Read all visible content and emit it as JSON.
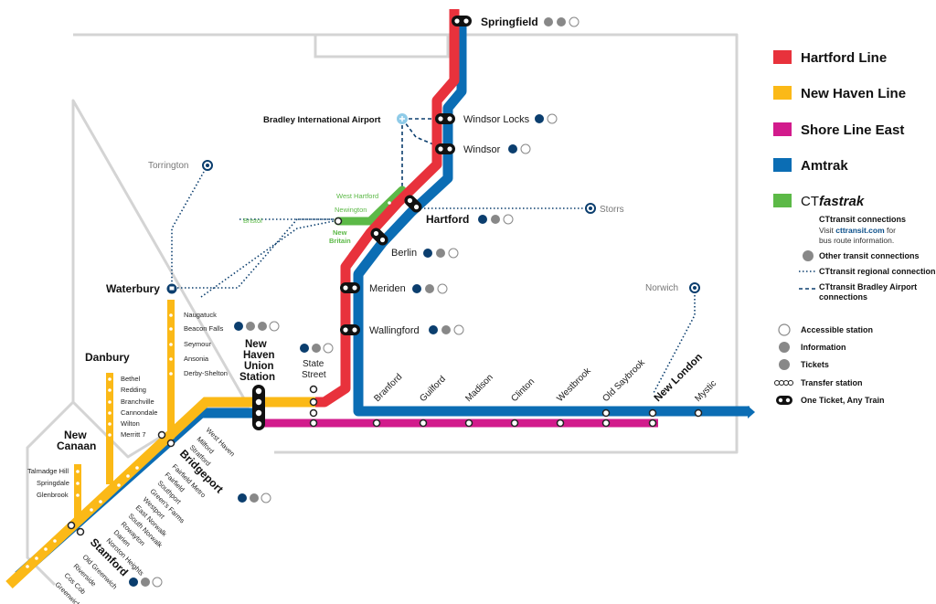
{
  "colors": {
    "hartford": "#e8323c",
    "new_haven": "#fbb917",
    "shore_line": "#d21b8c",
    "amtrak": "#0b6db4",
    "fastrak": "#5cb947",
    "transit_dark": "#0b3e6e",
    "border": "#d4d4d4"
  },
  "legend": {
    "lines": [
      {
        "key": "hartford",
        "label": "Hartford Line"
      },
      {
        "key": "new_haven",
        "label": "New Haven Line"
      },
      {
        "key": "shore_line",
        "label": "Shore Line East"
      },
      {
        "key": "amtrak",
        "label": "Amtrak"
      }
    ],
    "fastrak_prefix": "CT",
    "fastrak_suffix": "fastrak",
    "ct_connections_title": "CTtransit connections",
    "ct_connections_visit": "Visit",
    "ct_connections_link": "cttransit.com",
    "ct_connections_for": "for",
    "ct_connections_line2": "bus route information.",
    "other_transit": "Other transit connections",
    "regional_connection": "CTtransit regional connection",
    "airport_connections_l1": "CTtransit Bradley Airport",
    "airport_connections_l2": "connections",
    "accessible": "Accessible station",
    "information": "Information",
    "tickets": "Tickets",
    "transfer": "Transfer station",
    "one_ticket": "One Ticket, Any Train"
  },
  "icons": [
    "bus-icon",
    "taxi-icon",
    "accessible-icon",
    "information-icon",
    "tickets-icon",
    "airport-icon"
  ],
  "stations": {
    "springfield": "Springfield",
    "bradley": "Bradley International Airport",
    "windsor_locks": "Windsor Locks",
    "windsor": "Windsor",
    "torrington": "Torrington",
    "west_hartford": "West Hartford",
    "newington": "Newington",
    "bristol": "Bristol",
    "new_britain_1": "New",
    "new_britain_2": "Britain",
    "hartford": "Hartford",
    "storrs": "Storrs",
    "berlin": "Berlin",
    "meriden": "Meriden",
    "wallingford": "Wallingford",
    "waterbury": "Waterbury",
    "norwich": "Norwich",
    "new_haven_1": "New",
    "new_haven_2": "Haven",
    "new_haven_3": "Union",
    "new_haven_4": "Station",
    "state_street_1": "State",
    "state_street_2": "Street",
    "danbury": "Danbury",
    "new_canaan_1": "New",
    "new_canaan_2": "Canaan",
    "bridgeport": "Bridgeport",
    "stamford": "Stamford",
    "new_london": "New London",
    "mystic": "Mystic"
  },
  "waterbury_branch": [
    "Naugatuck",
    "Beacon Falls",
    "Seymour",
    "Ansonia",
    "Derby-Shelton"
  ],
  "danbury_branch": [
    "Bethel",
    "Redding",
    "Branchville",
    "Cannondale",
    "Wilton",
    "Merritt 7"
  ],
  "new_canaan_branch": [
    "Talmadge Hill",
    "Springdale",
    "Glenbrook"
  ],
  "shore_stations": [
    "Branford",
    "Guilford",
    "Madison",
    "Clinton",
    "Westbrook",
    "Old Saybrook"
  ],
  "new_haven_main": [
    "West Haven",
    "Milford",
    "Stratford",
    "Fairfield Metro",
    "Fairfield",
    "Southport",
    "Green's Farms",
    "Westport",
    "East Norwalk",
    "South Norwalk",
    "Rowayton",
    "Darien",
    "Noroton Heights",
    "Old Greenwich",
    "Riverside",
    "Cos Cob",
    "Greenwich"
  ]
}
